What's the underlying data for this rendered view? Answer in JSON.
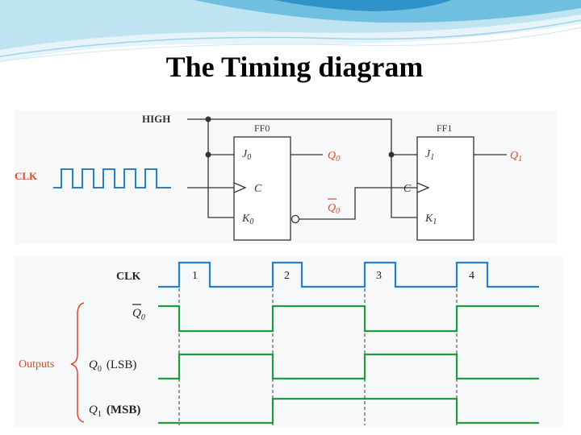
{
  "slide": {
    "title": "The Timing diagram"
  },
  "circuit": {
    "high_label": "HIGH",
    "clk_label": "CLK",
    "ff0": {
      "name": "FF0",
      "j": "J",
      "j_sub": "0",
      "c": "C",
      "k": "K",
      "k_sub": "0"
    },
    "ff1": {
      "name": "FF1",
      "j": "J",
      "j_sub": "1",
      "c": "C",
      "k": "K",
      "k_sub": "1"
    },
    "outputs": {
      "q0": "Q",
      "q0_sub": "0",
      "q0bar": "Q",
      "q0bar_sub": "0",
      "q1": "Q",
      "q1_sub": "1"
    }
  },
  "timing": {
    "clk_label": "CLK",
    "pulse_numbers": [
      "1",
      "2",
      "3",
      "4"
    ],
    "q0bar_label": "Q",
    "q0bar_sub": "0",
    "outputs_label": "Outputs",
    "q0_label": "Q",
    "q0_sub": "0",
    "q0_suffix": "(LSB)",
    "q1_label": "Q",
    "q1_sub": "1",
    "q1_suffix": "(MSB)"
  },
  "colors": {
    "clk_wave": "#2a7fc9",
    "output_wave": "#1f9a3e",
    "signal_label": "#e0492a",
    "wire": "#333333",
    "banner_light": "#d6eef7",
    "banner_mid": "#7cc3e0",
    "banner_dark": "#3c9fcf"
  }
}
